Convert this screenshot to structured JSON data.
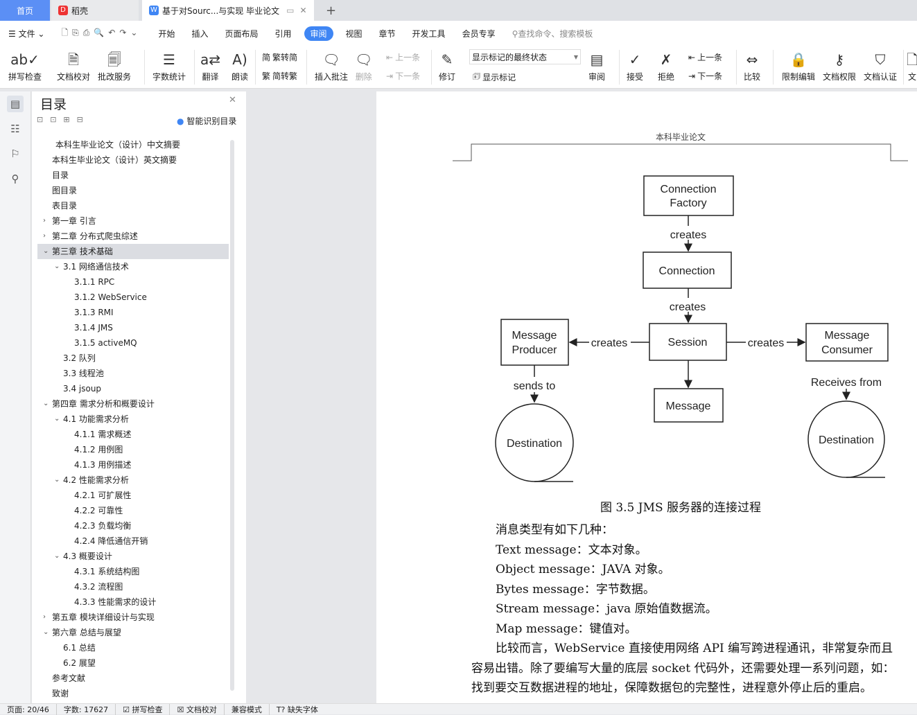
{
  "tabs": {
    "home": "首页",
    "daoke": "稻壳",
    "doc": "基于对Sourc...与实现 毕业论文",
    "new": "+"
  },
  "menu": {
    "file": "文件",
    "items": [
      "开始",
      "插入",
      "页面布局",
      "引用",
      "审阅",
      "视图",
      "章节",
      "开发工具",
      "会员专享"
    ],
    "active": "审阅",
    "search_placeholder": "查找命令、搜索模板"
  },
  "ribbon": {
    "spell": "拼写检查",
    "proofread": "文档校对",
    "review_service": "批改服务",
    "word_count": "字数统计",
    "translate": "翻译",
    "read_aloud": "朗读",
    "trad_to_simp": "繁转简",
    "simp_to_trad": "简转繁",
    "insert_comment": "插入批注",
    "delete": "删除",
    "prev_comment": "上一条",
    "next_comment": "下一条",
    "revise": "修订",
    "markup_state": "显示标记的最终状态",
    "show_markup": "显示标记",
    "review": "审阅",
    "accept": "接受",
    "reject": "拒绝",
    "prev_change": "上一条",
    "next_change": "下一条",
    "compare": "比较",
    "restrict_edit": "限制编辑",
    "doc_permission": "文档权限",
    "doc_cert": "文档认证",
    "more": "文"
  },
  "toc": {
    "title": "目录",
    "smart": "智能识别目录",
    "items": [
      {
        "label": "本科生毕业论文（设计）中文摘要",
        "level": 0,
        "chev": ""
      },
      {
        "label": "本科生毕业论文（设计）英文摘要",
        "level": 0,
        "chev": ""
      },
      {
        "label": "目录",
        "level": 0,
        "chev": ""
      },
      {
        "label": "图目录",
        "level": 0,
        "chev": ""
      },
      {
        "label": "表目录",
        "level": 0,
        "chev": ""
      },
      {
        "label": "第一章 引言",
        "level": 0,
        "chev": "›"
      },
      {
        "label": "第二章 分布式爬虫综述",
        "level": 0,
        "chev": "›"
      },
      {
        "label": "第三章 技术基础",
        "level": 0,
        "chev": "⌄",
        "selected": true
      },
      {
        "label": "3.1 网络通信技术",
        "level": 1,
        "chev": "⌄"
      },
      {
        "label": "3.1.1 RPC",
        "level": 2,
        "chev": ""
      },
      {
        "label": "3.1.2 WebService",
        "level": 2,
        "chev": ""
      },
      {
        "label": "3.1.3 RMI",
        "level": 2,
        "chev": ""
      },
      {
        "label": "3.1.4 JMS",
        "level": 2,
        "chev": ""
      },
      {
        "label": "3.1.5 activeMQ",
        "level": 2,
        "chev": ""
      },
      {
        "label": "3.2 队列",
        "level": 1,
        "chev": ""
      },
      {
        "label": "3.3 线程池",
        "level": 1,
        "chev": ""
      },
      {
        "label": "3.4 jsoup",
        "level": 1,
        "chev": ""
      },
      {
        "label": "第四章 需求分析和概要设计",
        "level": 0,
        "chev": "⌄"
      },
      {
        "label": "4.1 功能需求分析",
        "level": 1,
        "chev": "⌄"
      },
      {
        "label": "4.1.1 需求概述",
        "level": 2,
        "chev": ""
      },
      {
        "label": "4.1.2 用例图",
        "level": 2,
        "chev": ""
      },
      {
        "label": "4.1.3 用例描述",
        "level": 2,
        "chev": ""
      },
      {
        "label": "4.2 性能需求分析",
        "level": 1,
        "chev": "⌄"
      },
      {
        "label": "4.2.1 可扩展性",
        "level": 2,
        "chev": ""
      },
      {
        "label": "4.2.2 可靠性",
        "level": 2,
        "chev": ""
      },
      {
        "label": "4.2.3 负载均衡",
        "level": 2,
        "chev": ""
      },
      {
        "label": "4.2.4 降低通信开销",
        "level": 2,
        "chev": ""
      },
      {
        "label": "4.3 概要设计",
        "level": 1,
        "chev": "⌄"
      },
      {
        "label": "4.3.1 系统结构图",
        "level": 2,
        "chev": ""
      },
      {
        "label": "4.3.2 流程图",
        "level": 2,
        "chev": ""
      },
      {
        "label": "4.3.3 性能需求的设计",
        "level": 2,
        "chev": ""
      },
      {
        "label": "第五章 模块详细设计与实现",
        "level": 0,
        "chev": "›"
      },
      {
        "label": "第六章 总结与展望",
        "level": 0,
        "chev": "⌄"
      },
      {
        "label": "6.1 总结",
        "level": 1,
        "chev": ""
      },
      {
        "label": "6.2 展望",
        "level": 1,
        "chev": ""
      },
      {
        "label": "参考文献",
        "level": 0,
        "chev": ""
      },
      {
        "label": "致谢",
        "level": 0,
        "chev": ""
      }
    ]
  },
  "page": {
    "header": "本科毕业论文",
    "diagram": {
      "factory1": "Connection",
      "factory2": "Factory",
      "creates": "creates",
      "connection": "Connection",
      "session": "Session",
      "producer1": "Message",
      "producer2": "Producer",
      "consumer1": "Message",
      "consumer2": "Consumer",
      "message": "Message",
      "sends_to": "sends to",
      "receives_from": "Receives from",
      "destination": "Destination"
    },
    "caption": "图 3.5 JMS 服务器的连接过程",
    "lines": [
      "消息类型有如下几种：",
      "Text message：文本对象。",
      "Object message：JAVA 对象。",
      "Bytes message：字节数据。",
      "Stream message：java 原始值数据流。",
      "Map message：键值对。",
      "比较而言，WebService 直接使用网络 API 编写跨进程通讯，非常复杂而且",
      "容易出错。除了要编写大量的底层 socket 代码外，还需要处理一系列问题，如：",
      "找到要交互数据进程的地址，保障数据包的完整性，进程意外停止后的重启。"
    ]
  },
  "status": {
    "page": "页面: 20/46",
    "words": "字数: 17627",
    "spell": "拼写检查",
    "proof": "文档校对",
    "compat": "兼容模式",
    "missing_font": "缺失字体"
  }
}
